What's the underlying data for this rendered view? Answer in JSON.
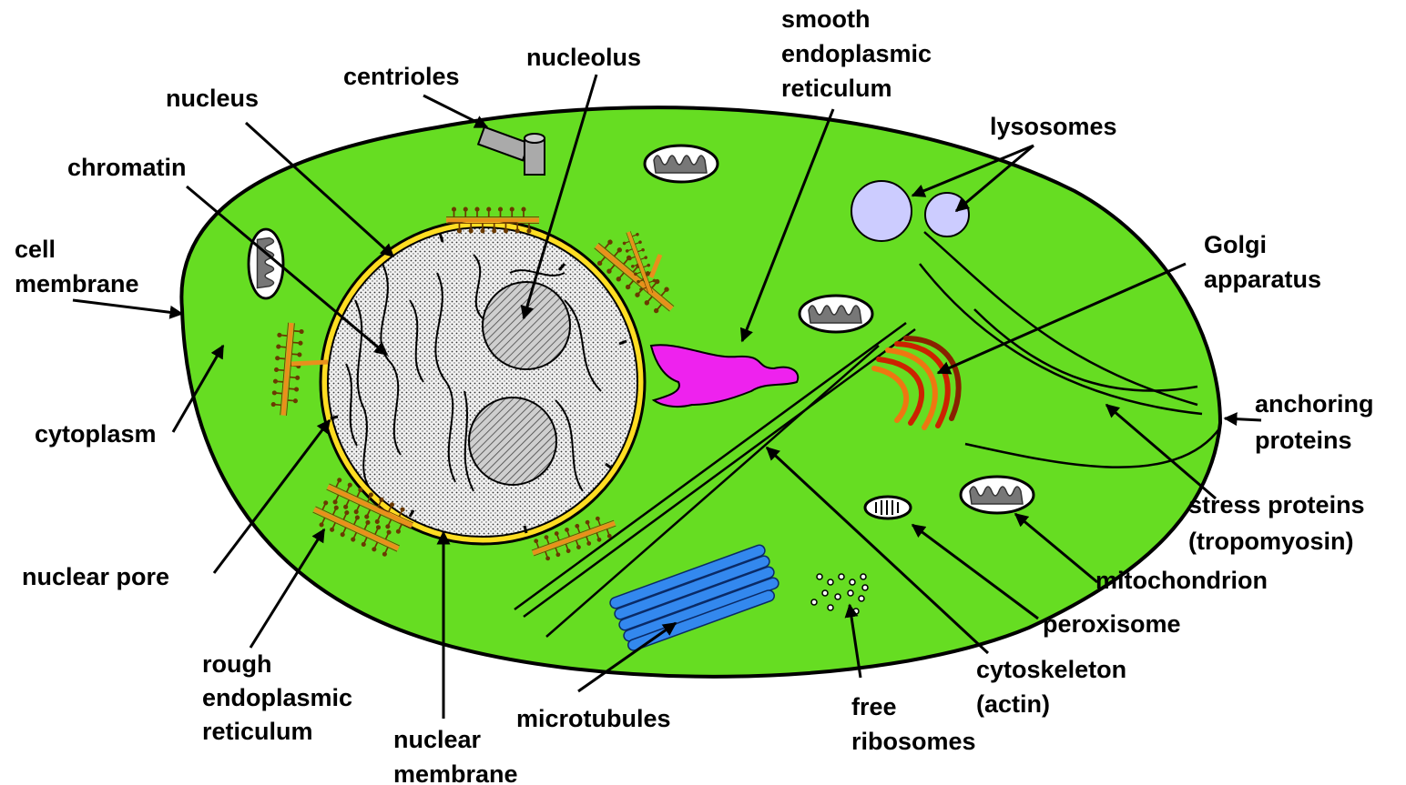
{
  "labels": {
    "smooth_er": [
      "smooth",
      "endoplasmic",
      "reticulum"
    ],
    "nucleolus": [
      "nucleolus"
    ],
    "centrioles": [
      "centrioles"
    ],
    "nucleus": [
      "nucleus"
    ],
    "lysosomes": [
      "lysosomes"
    ],
    "chromatin": [
      "chromatin"
    ],
    "cell_membrane": [
      "cell",
      "membrane"
    ],
    "golgi": [
      "Golgi",
      "apparatus"
    ],
    "cytoplasm": [
      "cytoplasm"
    ],
    "anchoring_proteins": [
      "anchoring",
      "proteins"
    ],
    "stress_proteins": [
      "stress proteins",
      "(tropomyosin)"
    ],
    "nuclear_pore": [
      "nuclear pore"
    ],
    "mitochondrion": [
      "mitochondrion"
    ],
    "peroxisome": [
      "peroxisome"
    ],
    "rough_er": [
      "rough",
      "endoplasmic",
      "reticulum"
    ],
    "cytoskeleton": [
      "cytoskeleton",
      "(actin)"
    ],
    "microtubules": [
      "microtubules"
    ],
    "free_ribosomes": [
      "free",
      "ribosomes"
    ],
    "nuclear_membrane": [
      "nuclear",
      "membrane"
    ]
  },
  "colors": {
    "cytoplasm": "#66dd22",
    "nucleus_fill": "#f4f4f4",
    "nuclear_membrane": "#ffdd22",
    "rough_er": "#e8901c",
    "smooth_er": "#ee22ee",
    "lysosome": "#ccccff",
    "golgi_red": "#cc2200",
    "golgi_orange": "#ee7711",
    "microtubule": "#3388ee",
    "mitochondrion_inner": "#777777",
    "centriole": "#aaaaaa"
  }
}
